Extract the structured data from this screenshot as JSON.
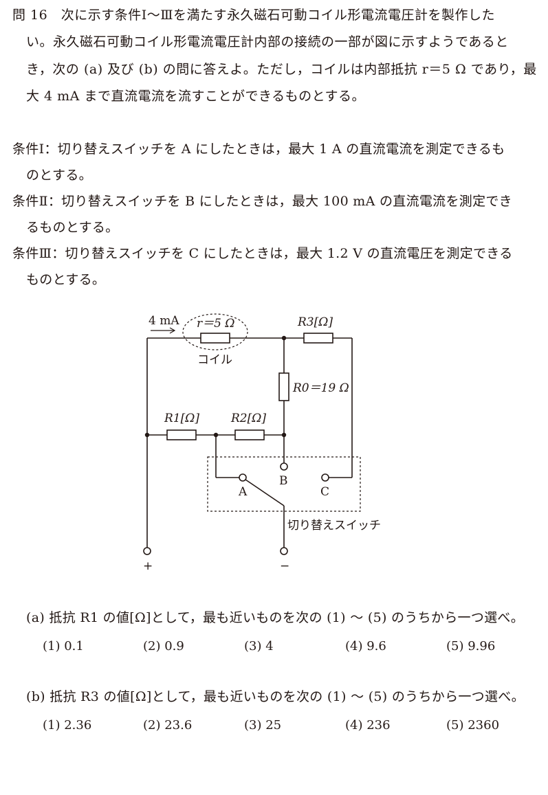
{
  "question": {
    "lines": [
      "問 16　次に示す条件Ⅰ～Ⅲを満たす永久磁石可動コイル形電流電圧計を製作した",
      "い。永久磁石可動コイル形電流電圧計内部の接続の一部が図に示すようであると",
      "き，次の (a) 及び (b) の問に答えよ。ただし，コイルは内部抵抗 r＝5 Ω であり，最",
      "大 4 mA まで直流電流を流すことができるものとする。"
    ]
  },
  "conditions": [
    {
      "line1": "条件Ⅰ：切り替えスイッチを A にしたときは，最大 1 A の直流電流を測定できるも",
      "line2": "のとする。"
    },
    {
      "line1": "条件Ⅱ：切り替えスイッチを B にしたときは，最大 100 mA の直流電流を測定でき",
      "line2": "るものとする。"
    },
    {
      "line1": "条件Ⅲ：切り替えスイッチを C にしたときは，最大 1.2 V の直流電圧を測定できる",
      "line2": "ものとする。"
    }
  ],
  "diagram": {
    "current_label": "4 mA",
    "coil_resistor_label": "r＝5 Ω",
    "coil_label": "コイル",
    "r3_label": "R3[Ω]",
    "r0_label": "R0＝19 Ω",
    "r1_label": "R1[Ω]",
    "r2_label": "R2[Ω]",
    "terminal_a": "A",
    "terminal_b": "B",
    "terminal_c": "C",
    "switch_label": "切り替えスイッチ",
    "plus_label": "+",
    "minus_label": "−"
  },
  "sub_questions": [
    {
      "text": "(a)  抵抗 R1 の値[Ω]として，最も近いものを次の (1) ～ (5) のうちから一つ選べ。",
      "choices": [
        "(1)  0.1",
        "(2)  0.9",
        "(3)  4",
        "(4)  9.6",
        "(5)  9.96"
      ]
    },
    {
      "text": "(b)  抵抗 R3 の値[Ω]として，最も近いものを次の (1) ～ (5) のうちから一つ選べ。",
      "choices": [
        "(1)  2.36",
        "(2)  23.6",
        "(3)  25",
        "(4)  236",
        "(5)  2360"
      ]
    }
  ]
}
